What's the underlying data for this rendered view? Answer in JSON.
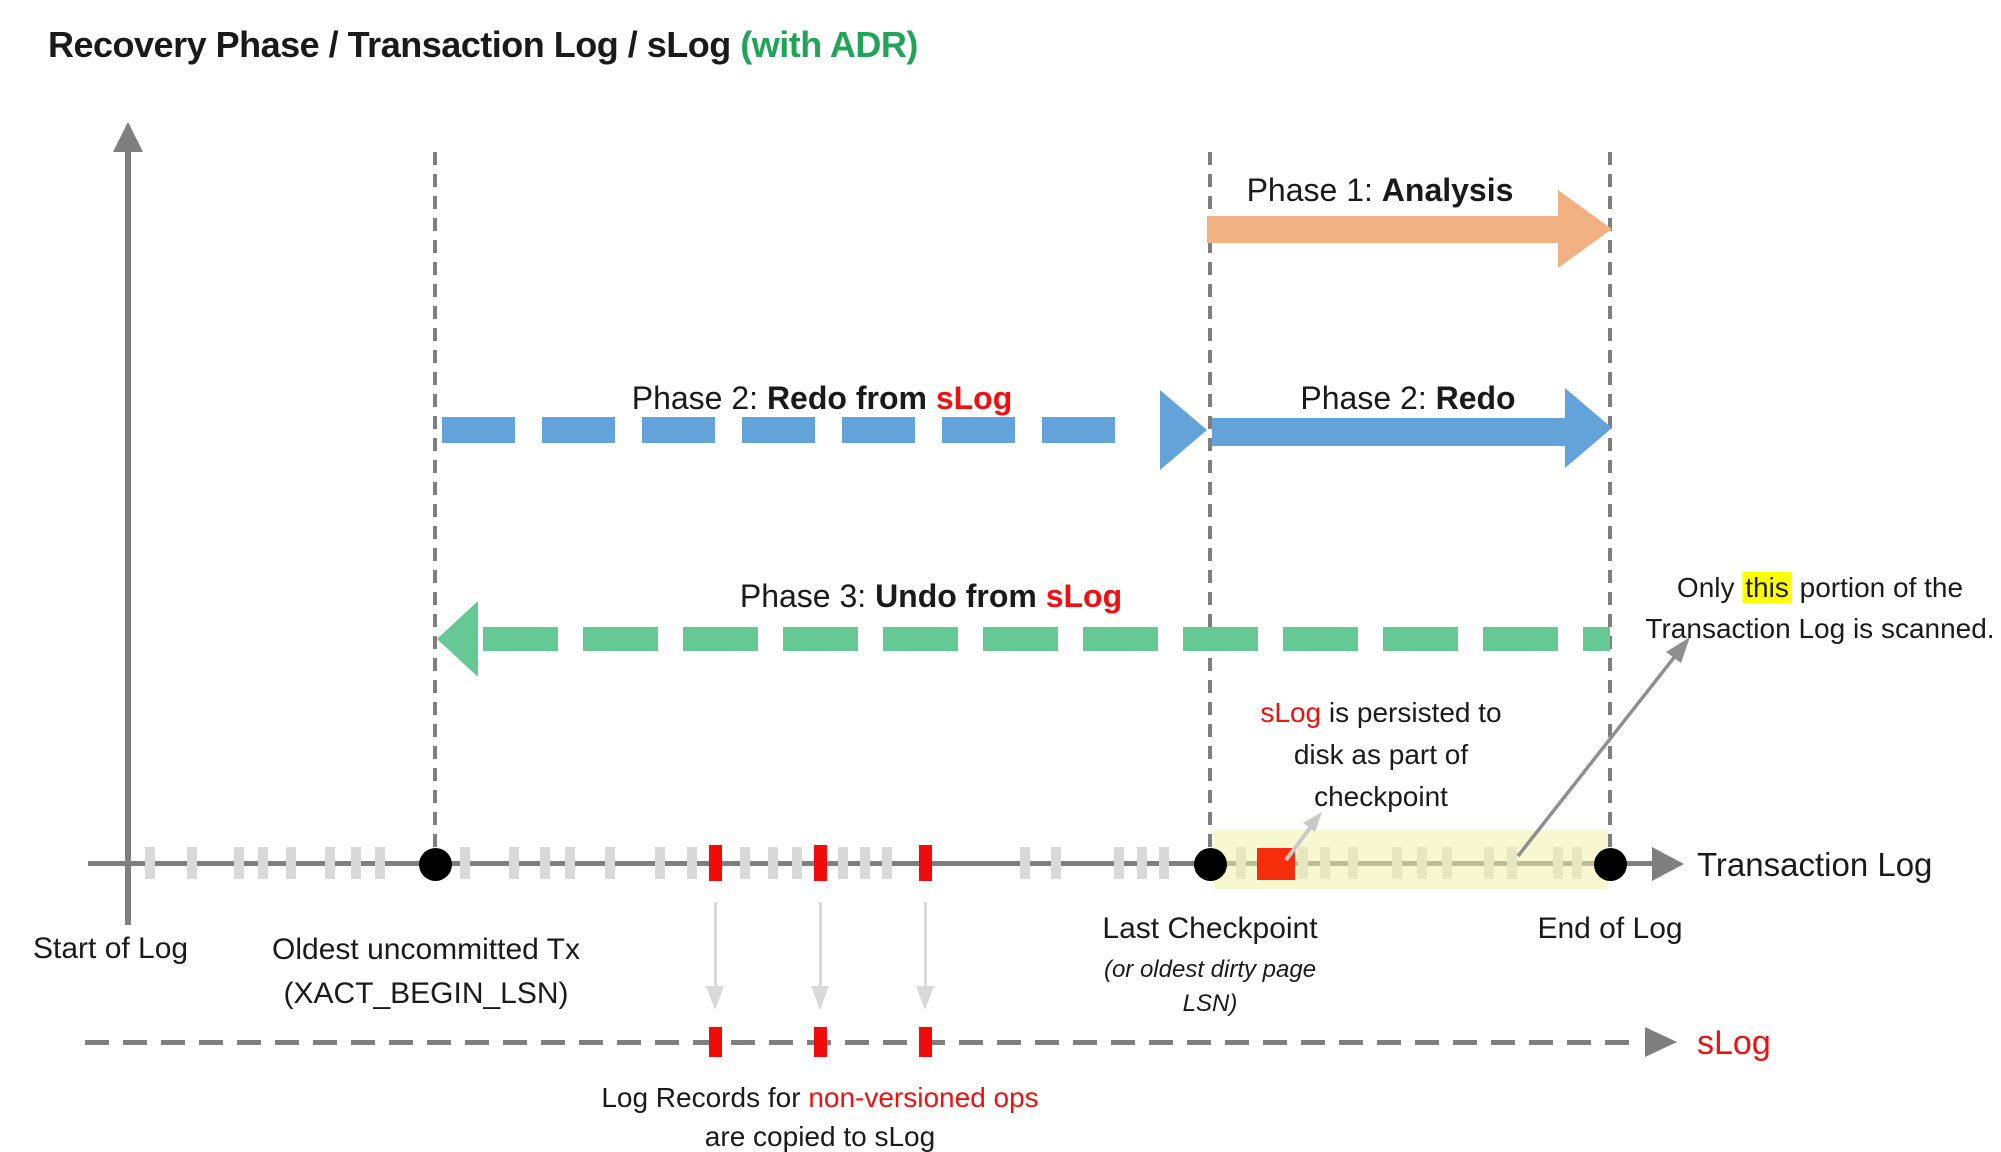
{
  "title": {
    "main": "Recovery Phase / Transaction Log / sLog ",
    "accent": "(with ADR)"
  },
  "phases": {
    "p1": {
      "prefix": "Phase 1: ",
      "bold": "Analysis"
    },
    "p2s": {
      "prefix": "Phase 2: ",
      "bold": "Redo from ",
      "red": "sLog"
    },
    "p2": {
      "prefix": "Phase 2: ",
      "bold": "Redo"
    },
    "p3": {
      "prefix": "Phase 3: ",
      "bold": "Undo from ",
      "red": "sLog"
    }
  },
  "notes": {
    "scan": {
      "pre": "Only ",
      "mark": "this",
      "post": " portion of the",
      "line2": "Transaction Log is scanned."
    },
    "persist": {
      "red": "sLog",
      "rest1": " is persisted to",
      "line2": "disk as part of",
      "line3": "checkpoint"
    },
    "records": {
      "black": "Log Records for ",
      "red": "non-versioned ops",
      "line2": "are copied to sLog"
    }
  },
  "timeline": {
    "label": "Transaction Log",
    "start": "Start of Log",
    "oldest1": "Oldest uncommitted Tx",
    "oldest2": "(XACT_BEGIN_LSN)",
    "cp1": "Last Checkpoint",
    "cp2": "(or oldest dirty page",
    "cp3": "LSN)",
    "end": "End of Log",
    "gray_ticks": [
      150,
      192,
      239,
      263,
      291,
      330,
      356,
      380,
      465,
      514,
      545,
      570,
      610,
      660,
      692,
      745,
      773,
      797,
      843,
      865,
      887,
      1025,
      1056,
      1119,
      1142,
      1164,
      1241,
      1303,
      1325,
      1353,
      1397,
      1422,
      1447,
      1489,
      1512,
      1558,
      1577
    ],
    "red_ticks": [
      715,
      820,
      925
    ]
  },
  "slog": {
    "label": "sLog",
    "red_ticks": [
      715,
      820,
      925
    ]
  },
  "colors": {
    "arrow_blue": "#64A3DA",
    "arrow_green": "#66C894",
    "arrow_orange": "#F2B183",
    "red": "#F01010",
    "red_square": "#F52D0A",
    "title_accent_green": "#21A457",
    "highlight_yellow": "#FFFF00",
    "scan_band": "rgba(242,242,170,0.55)",
    "line_gray": "#7F7F7F",
    "tick_gray": "#D9D9D9"
  }
}
